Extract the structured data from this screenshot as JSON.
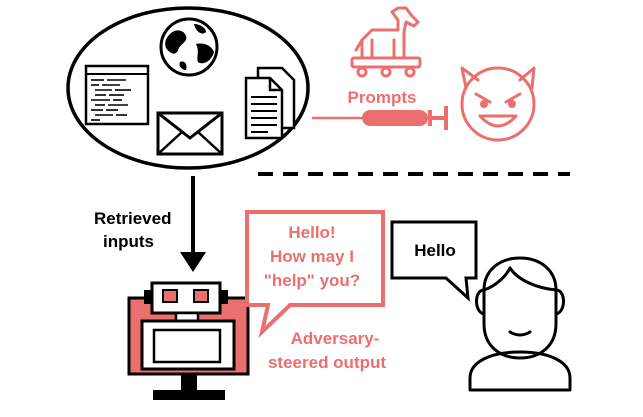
{
  "labels": {
    "prompts": "Prompts",
    "retrieved_line1": "Retrieved",
    "retrieved_line2": "inputs",
    "bubble_line1": "Hello!",
    "bubble_line2": "How may I",
    "bubble_line3": "\"help\" you?",
    "user_bubble": "Hello",
    "output_line1": "Adversary-",
    "output_line2": "steered output"
  },
  "icons": {
    "source_items": [
      "code-window-icon",
      "globe-icon",
      "documents-icon",
      "email-icon"
    ],
    "attack": [
      "trojan-horse-icon",
      "syringe-icon",
      "devil-face-icon"
    ],
    "agents": [
      "robot-monitor-icon",
      "user-avatar-icon"
    ]
  },
  "colors": {
    "accent": "#ec6f6f",
    "accent_dark": "#e05555",
    "ink": "#000000",
    "background": "#ffffff"
  }
}
